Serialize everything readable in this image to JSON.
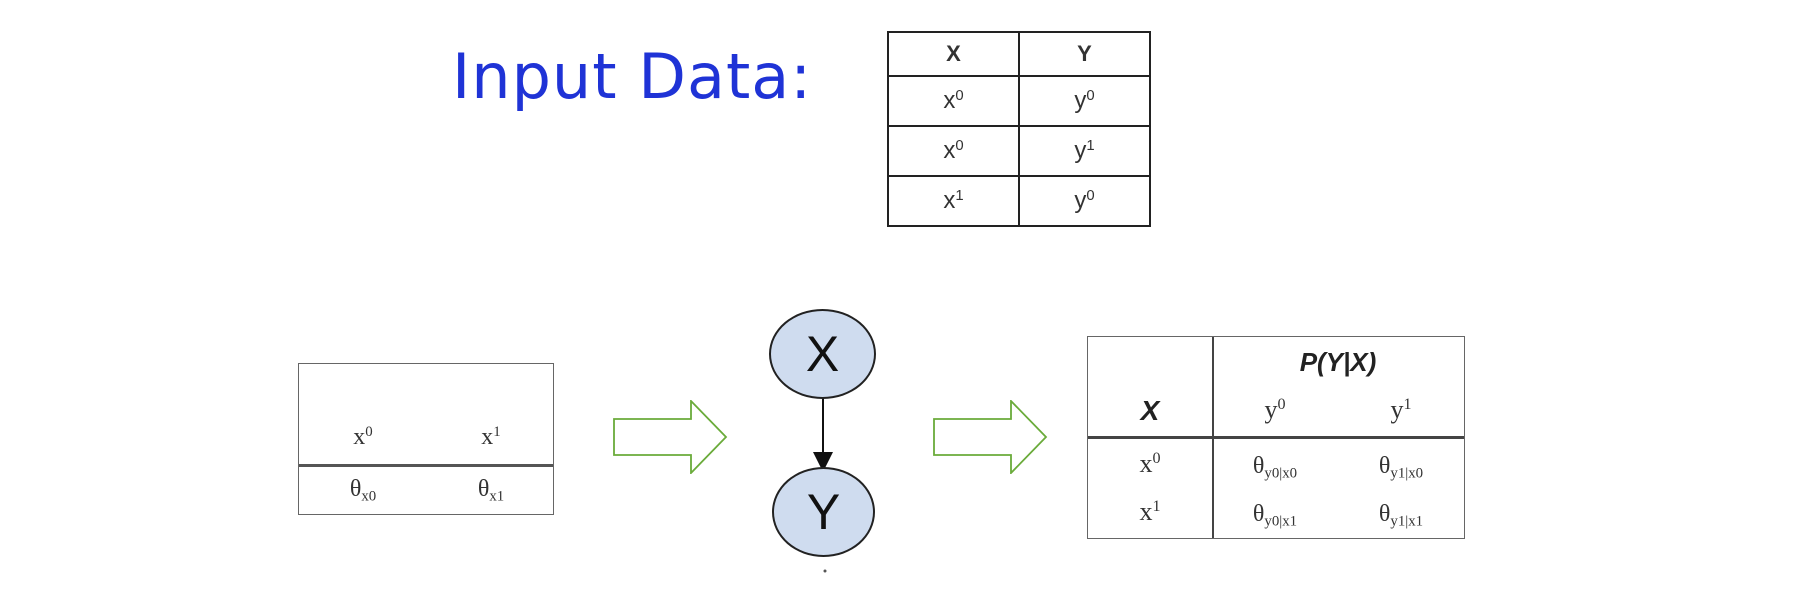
{
  "title": "Input Data:",
  "input_table": {
    "headers": [
      "X",
      "Y"
    ],
    "rows": [
      {
        "x_base": "x",
        "x_sup": "0",
        "y_base": "y",
        "y_sup": "0"
      },
      {
        "x_base": "x",
        "x_sup": "0",
        "y_base": "y",
        "y_sup": "1"
      },
      {
        "x_base": "x",
        "x_sup": "1",
        "y_base": "y",
        "y_sup": "0"
      }
    ]
  },
  "prior_table": {
    "headers": [
      {
        "base": "x",
        "sup": "0"
      },
      {
        "base": "x",
        "sup": "1"
      }
    ],
    "params": [
      {
        "base": "θ",
        "sub": "x0"
      },
      {
        "base": "θ",
        "sub": "x1"
      }
    ]
  },
  "graph": {
    "nodes": [
      "X",
      "Y"
    ]
  },
  "cpd_table": {
    "title": "P(Y|X)",
    "row_header": "X",
    "col_headers": [
      {
        "base": "y",
        "sup": "0"
      },
      {
        "base": "y",
        "sup": "1"
      }
    ],
    "row_labels": [
      {
        "base": "x",
        "sup": "0"
      },
      {
        "base": "x",
        "sup": "1"
      }
    ],
    "params": [
      [
        {
          "base": "θ",
          "sub": "y0|x0"
        },
        {
          "base": "θ",
          "sub": "y1|x0"
        }
      ],
      [
        {
          "base": "θ",
          "sub": "y0|x1"
        },
        {
          "base": "θ",
          "sub": "y1|x1"
        }
      ]
    ]
  },
  "colors": {
    "title": "#1f33d6",
    "arrow_outline": "#6aab3a",
    "node_fill": "#cfdcef"
  }
}
